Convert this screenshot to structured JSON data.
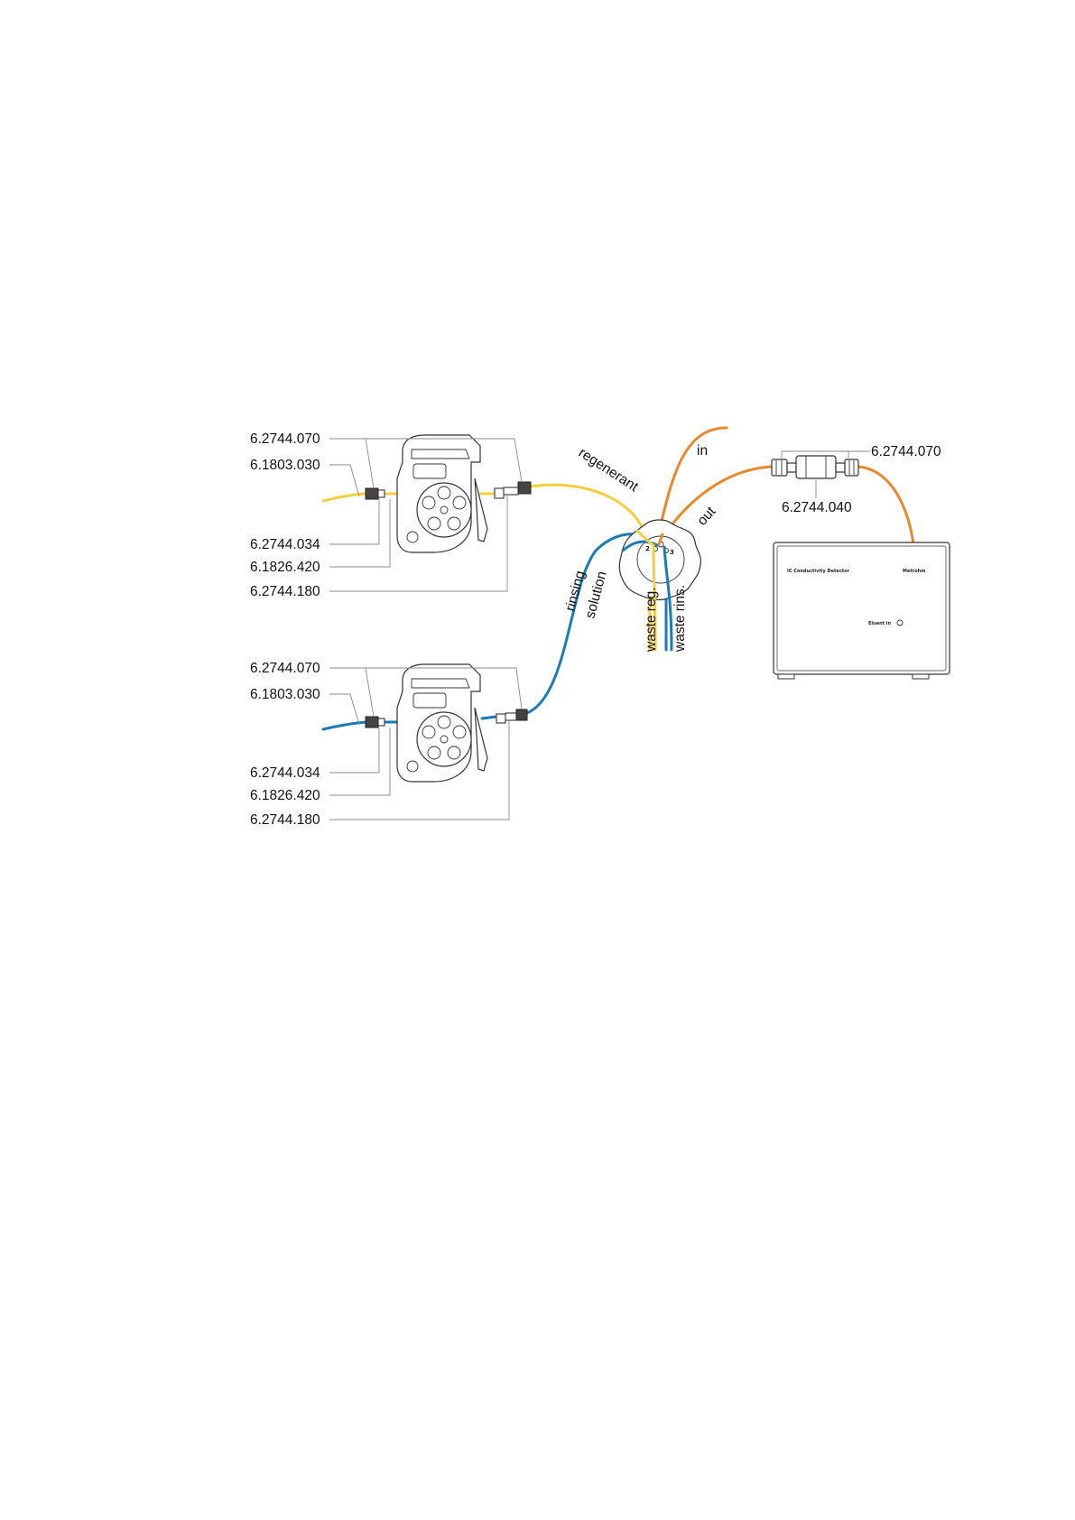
{
  "pump_top": {
    "label_070": "6.2744.070",
    "label_030": "6.1803.030",
    "label_034": "6.2744.034",
    "label_420": "6.1826.420",
    "label_180": "6.2744.180"
  },
  "pump_bottom": {
    "label_070": "6.2744.070",
    "label_030": "6.1803.030",
    "label_034": "6.2744.034",
    "label_420": "6.1826.420",
    "label_180": "6.2744.180"
  },
  "tubes": {
    "regenerant": "regenerant",
    "rinsing": "rinsing",
    "solution": "solution",
    "in": "in",
    "out": "out",
    "waste_reg": "waste reg.",
    "waste_rins": "waste rins."
  },
  "suppressor": {
    "port_2": "2",
    "port_3": "3"
  },
  "filter": {
    "label_070": "6.2744.070",
    "label_040": "6.2744.040"
  },
  "detector": {
    "title": "IC Conductivity Detector",
    "brand": "Metrohm",
    "eluent_in": "Eluent in"
  },
  "colors": {
    "regenerant_tube": "#f2cf3c",
    "rinsing_tube": "#1e7ab5",
    "eluent_tube": "#e8892f"
  }
}
